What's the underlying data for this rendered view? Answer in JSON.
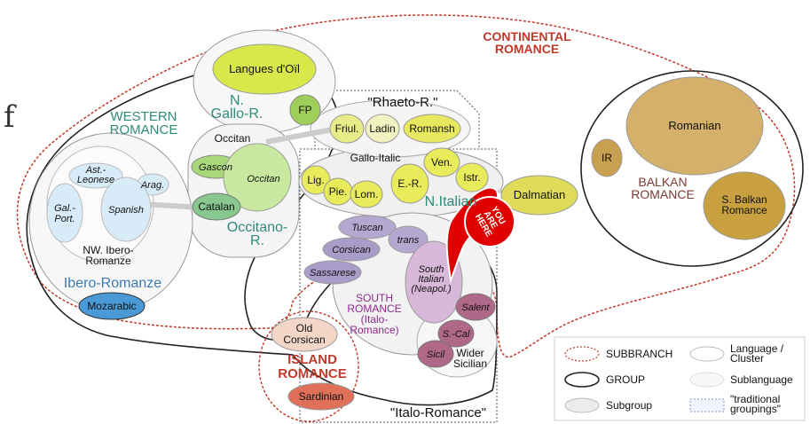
{
  "stray_glyph": "f",
  "colors": {
    "red": "#c0392b",
    "teal": "#2e8b7a",
    "purple": "#8e2a8e",
    "brown": "#7a3b33",
    "blue": "#3a7ab5",
    "marker": "#e00000"
  },
  "labels": {
    "continental": [
      "CONTINENTAL",
      "ROMANCE"
    ],
    "western": [
      "WESTERN",
      "ROMANCE"
    ],
    "n_gallo_r": [
      "N.",
      "Gallo-R."
    ],
    "rhaeto": "\"Rhaeto-R.\"",
    "occitan_group": "Occitan",
    "gallo_italic": "Gallo-Italic",
    "n_italian": "N.Italian",
    "occitano_r": [
      "Occitano-",
      "R."
    ],
    "nw_ibero": [
      "NW. Ibero-",
      "Romanze"
    ],
    "ibero_romanze": "Ibero-Romanze",
    "south_romance": [
      "SOUTH",
      "ROMANCE",
      "(Italo-",
      "Romance)"
    ],
    "wider_sicilian": [
      "Wider",
      "Sicilian"
    ],
    "island_romance": [
      "ISLAND",
      "ROMANCE"
    ],
    "italo_romance": "\"Italo-Romance\"",
    "balkan_romance": [
      "BALKAN",
      "ROMANCE"
    ],
    "you_are_here": [
      "YOU",
      "ARE",
      "HERE"
    ]
  },
  "nodes": {
    "langues_doil": "Langues d'Oïl",
    "fp": "FP",
    "friul": "Friul.",
    "ladin": "Ladin",
    "romansh": "Romansh",
    "gascon": "Gascon",
    "occitan": "Occitan",
    "catalan": "Catalan",
    "ast_leonese": [
      "Ast.-",
      "Leonese"
    ],
    "arag": "Arag.",
    "gal_port": [
      "Gal.-",
      "Port."
    ],
    "spanish": "Spanish",
    "mozarabic": "Mozarabic",
    "lig": "Lig.",
    "pie": "Pie.",
    "lom": "Lom.",
    "e_r": "E.-R.",
    "ven": "Ven.",
    "istr": "Istr.",
    "dalmatian": "Dalmatian",
    "romanian": "Romanian",
    "ir": "IR",
    "s_balkan": [
      "S. Balkan",
      "Romance"
    ],
    "tuscan": "Tuscan",
    "trans": "trans",
    "corsican": "Corsican",
    "sassarese": "Sassarese",
    "south_italian": [
      "South",
      "Italian",
      "(Neapol.)"
    ],
    "salent": "Salent",
    "s_cal": "S.-Cal",
    "sicil": "Sicil",
    "old_corsican": [
      "Old",
      "Corsican"
    ],
    "sardinian": "Sardinian"
  },
  "legend": {
    "subbranch": "SUBBRANCH",
    "group": "GROUP",
    "subgroup": "Subgroup",
    "language_cluster": [
      "Language /",
      "Cluster"
    ],
    "sublanguage": "Sublanguage",
    "traditional": [
      "\"traditional",
      "groupings\""
    ]
  }
}
